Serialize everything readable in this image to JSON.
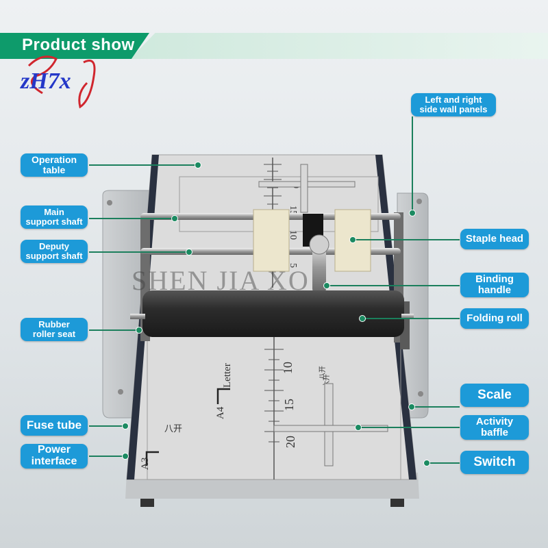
{
  "banner": {
    "title": "Product show"
  },
  "logo": {
    "text": "zH7x"
  },
  "watermark": "SHEN JIA XO",
  "machine_markings": {
    "top_scale": [
      "0",
      "15",
      "10",
      "5"
    ],
    "bottom_scale": [
      "10",
      "15",
      "20"
    ],
    "letter": "Letter",
    "a4": "A4",
    "a3": "A3",
    "top_char": "八开",
    "mid_char": "八开",
    "bottom_char": "六开"
  },
  "labels": {
    "operation_table": "Operation\ntable",
    "main_shaft": "Main\nsupport shaft",
    "deputy_shaft": "Deputy\nsupport shaft",
    "rubber_roller": "Rubber\nroller seat",
    "fuse_tube": "Fuse tube",
    "power": "Power\ninterface",
    "side_walls": "Left and right\nside wall panels",
    "staple_head": "Staple head",
    "binding_handle": "Binding\nhandle",
    "folding_roll": "Folding roll",
    "scale": "Scale",
    "activity_baffle": "Activity\nbaffle",
    "switch": "Switch"
  },
  "colors": {
    "callout": "#1d9ad8",
    "banner": "#0e9b6b",
    "lead": "#1b7f5c"
  }
}
